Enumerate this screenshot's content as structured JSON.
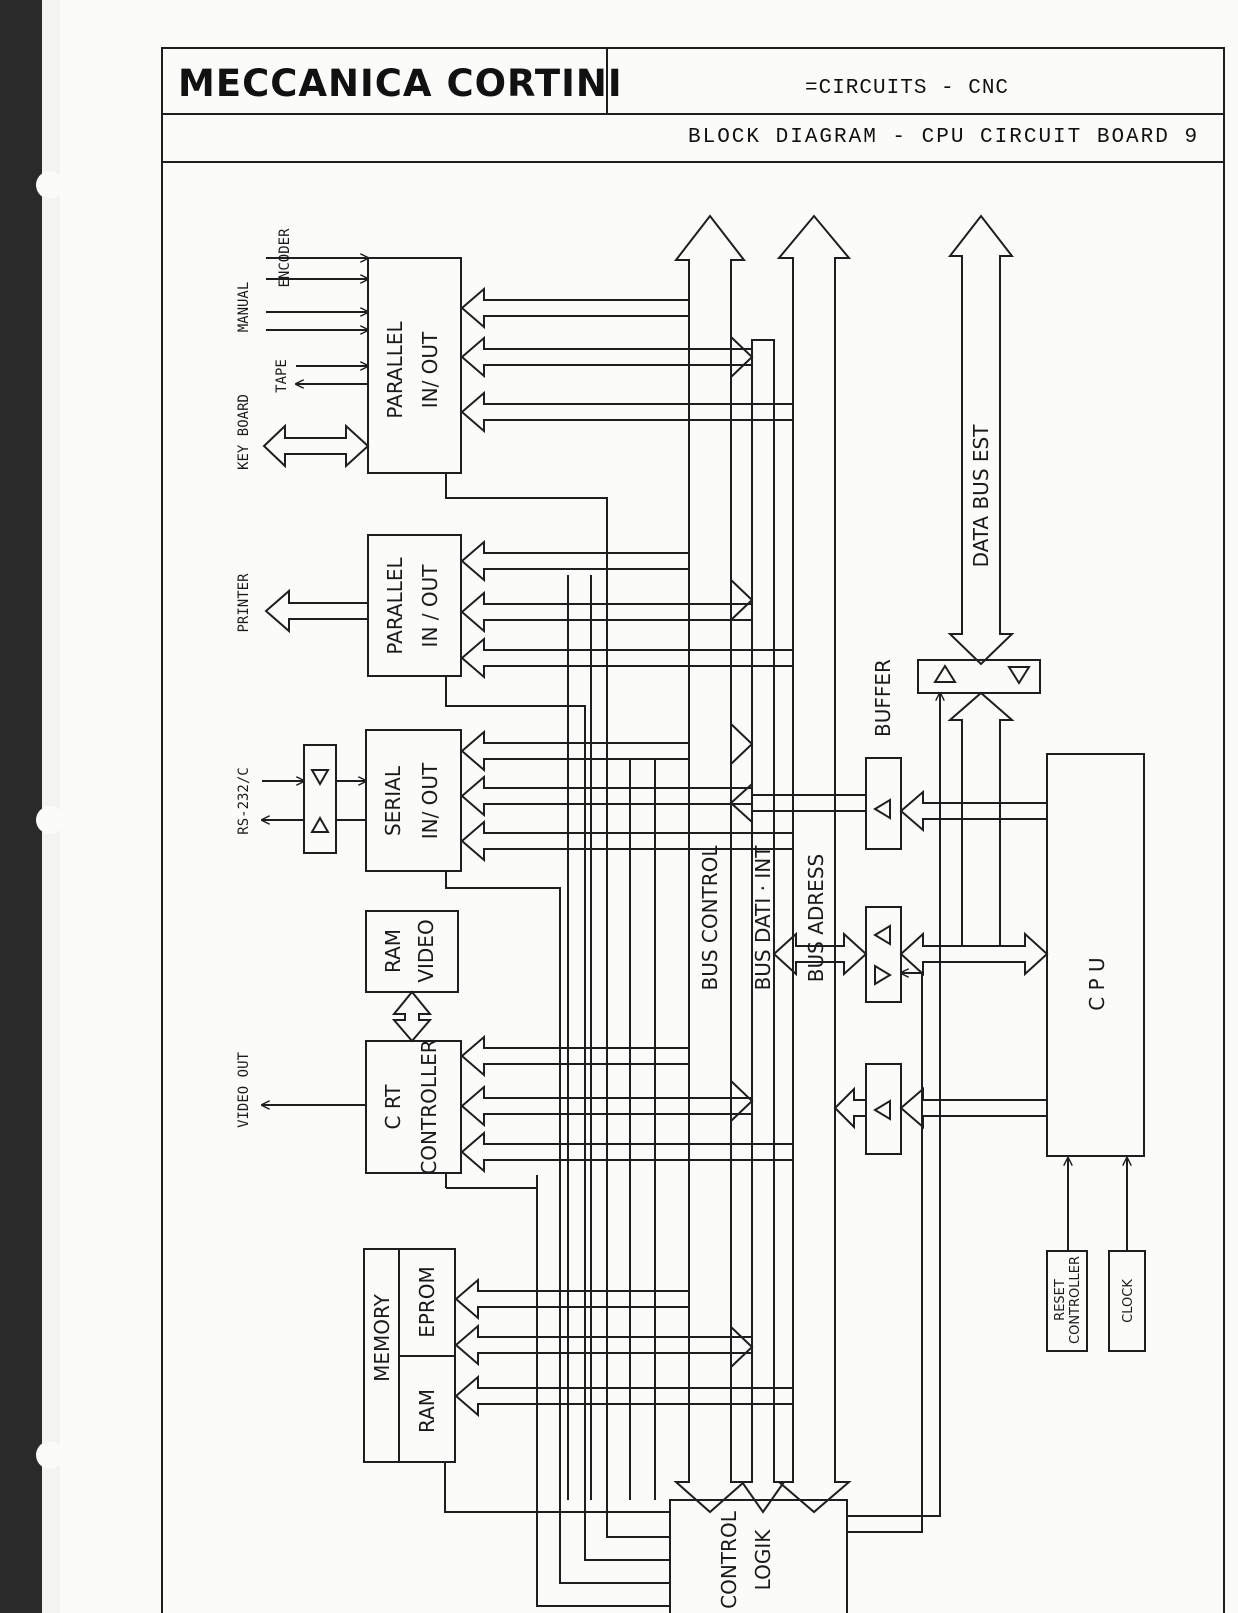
{
  "header": {
    "company_logo": "MECCANICA CORTINI",
    "section": "=CIRCUITS - CNC",
    "diagram_title": "BLOCK DIAGRAM - CPU CIRCUIT BOARD 9"
  },
  "diagram": {
    "blocks": {
      "parallel_io_1": {
        "line1": "PARALLEL",
        "line2": "IN/ OUT"
      },
      "parallel_io_2": {
        "line1": "PARALLEL",
        "line2": "IN / OUT"
      },
      "serial_io": {
        "line1": "SERIAL",
        "line2": "IN/ OUT"
      },
      "ram_video": {
        "line1": "RAM",
        "line2": "VIDEO"
      },
      "crt_controller": {
        "line1": "C RT",
        "line2": "CONTROLLER"
      },
      "memory": {
        "title": "MEMORY",
        "part1": "EPROM",
        "part2": "RAM"
      },
      "cpu": "C P U",
      "reset_controller": {
        "line1": "RESET",
        "line2": "CONTROLLER"
      },
      "clock": "CLOCK",
      "control_logik": {
        "line1": "CONTROL",
        "line2": "LOGIK"
      }
    },
    "ports": {
      "encoder": "ENCODER",
      "manual": "MANUAL",
      "tape": "TAPE",
      "keyboard": "KEY BOARD",
      "printer": "PRINTER",
      "rs232": "RS-232/C",
      "video_out": "VIDEO OUT"
    },
    "buses": {
      "control": "BUS CONTROL",
      "data_int": "BUS DATI · INT",
      "address": "BUS ADRESS",
      "data_ext": "DATA BUS EST"
    },
    "buffer": "BUFFER"
  }
}
